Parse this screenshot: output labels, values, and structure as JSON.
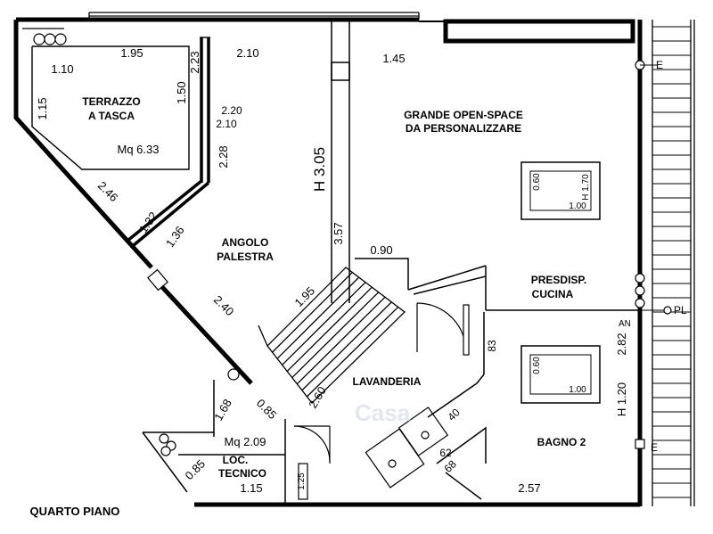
{
  "floor_label": "QUARTO PIANO",
  "rooms": {
    "terrazzo_line1": "TERRAZZO",
    "terrazzo_line2": "A TASCA",
    "terrazzo_area": "Mq  6.33",
    "open_space_line1": "GRANDE OPEN-SPACE",
    "open_space_line2": "DA PERSONALIZZARE",
    "palestra_line1": "ANGOLO",
    "palestra_line2": "PALESTRA",
    "cucina_line1": "PRESDISP.",
    "cucina_line2": "CUCINA",
    "lavanderia": "LAVANDERIA",
    "bagno": "BAGNO 2",
    "tecnico_area": "Mq  2.09",
    "tecnico_line1": "LOC.",
    "tecnico_line2": "TECNICO"
  },
  "dimensions": {
    "d_195_top": "1.95",
    "d_210_top": "2.10",
    "d_145": "1.45",
    "d_110": "1.10",
    "d_223": "2.23",
    "d_115_left": "1.15",
    "d_150": "1.50",
    "d_220": "2.20",
    "d_210_small": "2.10",
    "d_228": "2.28",
    "d_246": "2.46",
    "d_132": "1.32",
    "d_136": "1.36",
    "d_h305": "H  3.05",
    "d_357": "3.57",
    "d_090": "0.90",
    "d_195_stair": "1.95",
    "d_240": "2.40",
    "d_260": "2.60",
    "d_085_top": "0.85",
    "d_168": "1.68",
    "d_085_bottom": "0.85",
    "d_115_bottom": "1.15",
    "d_125": "1.25",
    "d_83": "83",
    "d_40": "40",
    "d_62": "62",
    "d_68": "68",
    "d_257": "2.57",
    "d_282": "2.82",
    "d_h120": "H 1.20",
    "sky1_w": "0.60",
    "sky1_h": "H 1.70",
    "sky1_d": "1.00",
    "sky2_w": "0.60",
    "sky2_d": "1.00"
  },
  "markers": {
    "pl": "PL",
    "an": "AN",
    "e": "E"
  },
  "watermark": "Casa"
}
